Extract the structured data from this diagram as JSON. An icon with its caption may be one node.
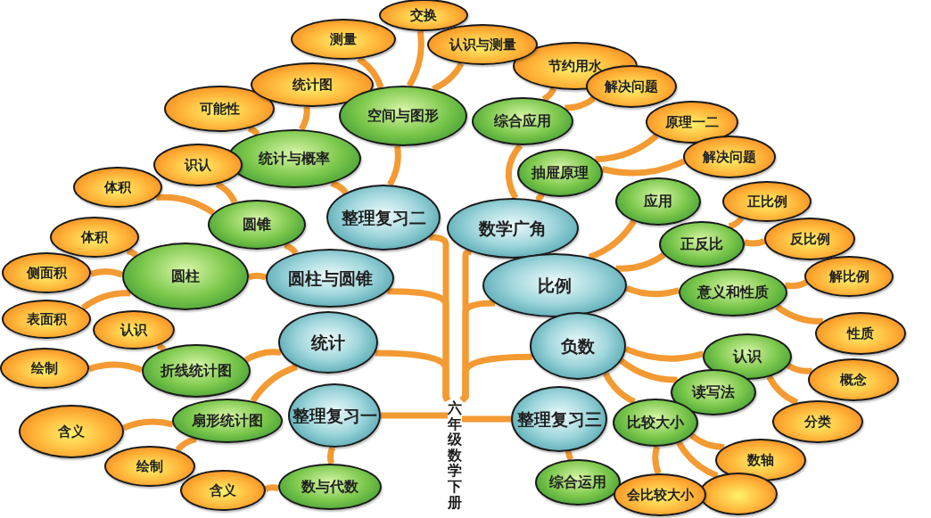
{
  "diagram": {
    "nodes": [
      {
        "text": [
          "交换"
        ]
      },
      {
        "text": [
          "测量"
        ]
      },
      {
        "text": [
          "认识与测量"
        ]
      },
      {
        "text": [
          "节约用水"
        ]
      },
      {
        "text": [
          "统计图"
        ]
      },
      {
        "text": [
          "解决问题"
        ]
      },
      {
        "text": [
          "可能性"
        ]
      },
      {
        "text": [
          "空间与图形"
        ]
      },
      {
        "text": [
          "综合应用"
        ]
      },
      {
        "text": [
          "原理一二"
        ]
      },
      {
        "text": [
          "解决问题"
        ]
      },
      {
        "text": [
          "识认"
        ]
      },
      {
        "text": [
          "统计与概率"
        ]
      },
      {
        "text": [
          "体积"
        ]
      },
      {
        "text": [
          "抽屉原理"
        ]
      },
      {
        "text": [
          "整理复习二"
        ]
      },
      {
        "text": [
          "数学广角"
        ]
      },
      {
        "text": [
          "应用"
        ]
      },
      {
        "text": [
          "正比例"
        ]
      },
      {
        "text": [
          "圆锥"
        ]
      },
      {
        "text": [
          "正反比"
        ]
      },
      {
        "text": [
          "反比例"
        ]
      },
      {
        "text": [
          "体积"
        ]
      },
      {
        "text": [
          "侧面积"
        ]
      },
      {
        "text": [
          "圆柱"
        ]
      },
      {
        "text": [
          "圆柱与圆锥"
        ]
      },
      {
        "text": [
          "比例"
        ]
      },
      {
        "text": [
          "意义和性质"
        ]
      },
      {
        "text": [
          "解比例"
        ]
      },
      {
        "text": [
          "表面积"
        ]
      },
      {
        "text": [
          "统计"
        ]
      },
      {
        "text": [
          "认识"
        ]
      },
      {
        "text": [
          "负数"
        ]
      },
      {
        "text": [
          "认识"
        ]
      },
      {
        "text": [
          "性质"
        ]
      },
      {
        "text": [
          "绘制"
        ]
      },
      {
        "text": [
          "折线统计图"
        ]
      },
      {
        "text": [
          "读写法"
        ]
      },
      {
        "text": [
          "概念"
        ]
      },
      {
        "text": [
          "整理复习三"
        ]
      },
      {
        "text": [
          "比较大小"
        ]
      },
      {
        "text": [
          "分类"
        ]
      },
      {
        "text": [
          "含义"
        ]
      },
      {
        "text": [
          "扇形统计图"
        ]
      },
      {
        "text": [
          "整理复习一"
        ]
      },
      {
        "text": [
          "数轴"
        ]
      },
      {
        "text": [
          "绘制"
        ]
      },
      {
        "text": [
          "含义"
        ]
      },
      {
        "text": [
          "数与代数"
        ]
      },
      {
        "text": [
          "综合运用"
        ]
      },
      {
        "text": [
          "会比较大小"
        ]
      },
      {
        "text": [],
        "shape": "ellipse"
      },
      {
        "text": [
          "六年级数学下册"
        ]
      }
    ],
    "edges": [
      {
        "from": 52,
        "to": 15,
        "arrow": "none"
      },
      {
        "from": 52,
        "to": 16,
        "arrow": "none"
      },
      {
        "from": 52,
        "to": 25,
        "arrow": "none"
      },
      {
        "from": 52,
        "to": 26,
        "arrow": "none"
      },
      {
        "from": 52,
        "to": 30,
        "arrow": "none"
      },
      {
        "from": 52,
        "to": 32,
        "arrow": "none"
      },
      {
        "from": 52,
        "to": 39,
        "arrow": "none"
      },
      {
        "from": 52,
        "to": 44,
        "arrow": "none"
      },
      {
        "from": 15,
        "to": 7,
        "arrow": "none"
      },
      {
        "from": 15,
        "to": 12,
        "arrow": "none"
      },
      {
        "from": 16,
        "to": 14,
        "arrow": "none"
      },
      {
        "from": 16,
        "to": 8,
        "arrow": "none"
      },
      {
        "from": 7,
        "to": 1,
        "arrow": "none"
      },
      {
        "from": 7,
        "to": 0,
        "arrow": "none"
      },
      {
        "from": 7,
        "to": 2,
        "arrow": "none"
      },
      {
        "from": 8,
        "to": 3,
        "arrow": "none"
      },
      {
        "from": 8,
        "to": 5,
        "arrow": "none"
      },
      {
        "from": 14,
        "to": 9,
        "arrow": "none"
      },
      {
        "from": 14,
        "to": 10,
        "arrow": "none"
      },
      {
        "from": 12,
        "to": 4,
        "arrow": "none"
      },
      {
        "from": 12,
        "to": 6,
        "arrow": "none"
      },
      {
        "from": 26,
        "to": 27,
        "arrow": "none"
      },
      {
        "from": 26,
        "to": 20,
        "arrow": "none"
      },
      {
        "from": 26,
        "to": 17,
        "arrow": "none"
      },
      {
        "from": 20,
        "to": 18,
        "arrow": "none"
      },
      {
        "from": 20,
        "to": 21,
        "arrow": "none"
      },
      {
        "from": 27,
        "to": 28,
        "arrow": "none"
      },
      {
        "from": 27,
        "to": 34,
        "arrow": "none"
      },
      {
        "from": 25,
        "to": 24,
        "arrow": "none"
      },
      {
        "from": 25,
        "to": 19,
        "arrow": "none"
      },
      {
        "from": 24,
        "to": 23,
        "arrow": "none"
      },
      {
        "from": 24,
        "to": 29,
        "arrow": "none"
      },
      {
        "from": 24,
        "to": 22,
        "arrow": "none"
      },
      {
        "from": 19,
        "to": 11,
        "arrow": "none"
      },
      {
        "from": 19,
        "to": 13,
        "arrow": "none"
      },
      {
        "from": 30,
        "to": 36,
        "arrow": "none"
      },
      {
        "from": 30,
        "to": 43,
        "arrow": "none"
      },
      {
        "from": 36,
        "to": 31,
        "arrow": "none"
      },
      {
        "from": 36,
        "to": 35,
        "arrow": "none"
      },
      {
        "from": 43,
        "to": 42,
        "arrow": "none"
      },
      {
        "from": 43,
        "to": 46,
        "arrow": "none"
      },
      {
        "from": 44,
        "to": 48,
        "arrow": "none"
      },
      {
        "from": 48,
        "to": 47,
        "arrow": "none"
      },
      {
        "from": 32,
        "to": 33,
        "arrow": "none"
      },
      {
        "from": 32,
        "to": 37,
        "arrow": "none"
      },
      {
        "from": 32,
        "to": 40,
        "arrow": "none"
      },
      {
        "from": 33,
        "to": 38,
        "arrow": "none"
      },
      {
        "from": 33,
        "to": 41,
        "arrow": "none"
      },
      {
        "from": 40,
        "to": 45,
        "arrow": "none"
      },
      {
        "from": 40,
        "to": 50,
        "arrow": "none"
      },
      {
        "from": 40,
        "to": 51,
        "arrow": "none"
      },
      {
        "from": 39,
        "to": 49,
        "arrow": "none"
      }
    ]
  }
}
